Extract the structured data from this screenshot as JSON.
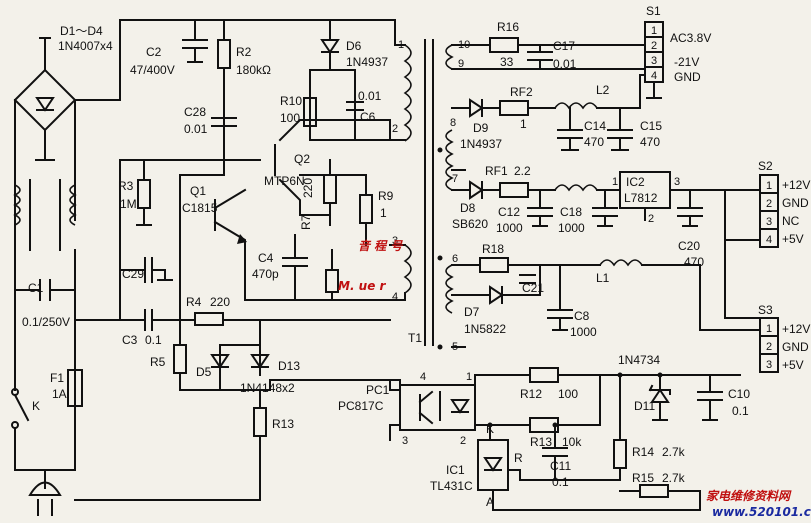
{
  "components": {
    "bridge": [
      "D1～D4",
      "1N4007x4"
    ],
    "c2": [
      "C2",
      "47/400V"
    ],
    "r2": [
      "R2",
      "180kΩ"
    ],
    "d6": [
      "D6",
      "1N4937"
    ],
    "r10": [
      "R10",
      "100"
    ],
    "c6": [
      "0.01",
      "C6"
    ],
    "c28": [
      "C28",
      "0.01"
    ],
    "q2": [
      "Q2",
      "MTP6N"
    ],
    "r3": [
      "R3",
      "1M"
    ],
    "q1": [
      "Q1",
      "C1815"
    ],
    "r7": [
      "R7",
      "220"
    ],
    "r9": [
      "R9",
      "1"
    ],
    "c4": [
      "C4",
      "470p"
    ],
    "c29": [
      "C29"
    ],
    "c1": [
      "C1",
      "0.1/250V"
    ],
    "c3": [
      "C3",
      "0.1"
    ],
    "r4": [
      "R4",
      "220"
    ],
    "r5": [
      "R5"
    ],
    "d5": [
      "D5"
    ],
    "d13": [
      "D13",
      "1N4148x2"
    ],
    "r13": [
      "R13"
    ],
    "f1": [
      "F1",
      "1A"
    ],
    "k": [
      "K"
    ],
    "t1": [
      "T1"
    ],
    "r16": [
      "R16",
      "33"
    ],
    "c17": [
      "C17",
      "0.01"
    ],
    "s1": [
      "S1",
      "AC3.8V",
      "-21V",
      "GND"
    ],
    "rf2": [
      "RF2",
      "1"
    ],
    "l2": [
      "L2"
    ],
    "d9": [
      "D9",
      "1N4937"
    ],
    "c14": [
      "C14",
      "470"
    ],
    "c15": [
      "C15",
      "470"
    ],
    "rf1": [
      "RF1",
      "2.2"
    ],
    "d8": [
      "D8",
      "SB620"
    ],
    "ic2": [
      "IC2",
      "L7812"
    ],
    "c12": [
      "C12",
      "1000"
    ],
    "c18": [
      "C18",
      "1000"
    ],
    "c20": [
      "C20",
      "470"
    ],
    "s2": [
      "S2",
      "+12V",
      "GND",
      "NC",
      "+5V"
    ],
    "r18": [
      "R18"
    ],
    "c21": [
      "C21"
    ],
    "l1": [
      "L1"
    ],
    "d7": [
      "D7",
      "1N5822"
    ],
    "c8": [
      "C8",
      "1000"
    ],
    "s3": [
      "S3",
      "+12V",
      "GND",
      "+5V"
    ],
    "pc1": [
      "PC1",
      "PC817C"
    ],
    "r12": [
      "R12",
      "100"
    ],
    "d11": [
      "D11"
    ],
    "zener": [
      "1N4734"
    ],
    "c10": [
      "C10",
      "0.1"
    ],
    "r13b": [
      "R13",
      "10k"
    ],
    "c11": [
      "C11",
      "0.1"
    ],
    "r14": [
      "R14",
      "2.7k"
    ],
    "r15": [
      "R15",
      "2.7k"
    ],
    "ic1": [
      "IC1",
      "TL431C",
      "K",
      "R",
      "A"
    ]
  },
  "pins": {
    "t1_primary": [
      "1",
      "2",
      "3",
      "4"
    ],
    "t1_secondary": [
      "10",
      "9",
      "8",
      "7",
      "6",
      "5"
    ],
    "s1_pins": [
      "1",
      "2",
      "3",
      "4"
    ],
    "s2_pins": [
      "1",
      "2",
      "3",
      "4"
    ],
    "s3_pins": [
      "1",
      "2",
      "3"
    ],
    "ic2_pins": [
      "1",
      "2",
      "3"
    ],
    "pc1_pins": [
      "4",
      "1",
      "3",
      "2"
    ]
  },
  "watermark": {
    "line1": "家电维修资料网",
    "line2": "www.520101.com",
    "stamp": "音 程 号",
    "stamp2": "M.  ue  r"
  }
}
